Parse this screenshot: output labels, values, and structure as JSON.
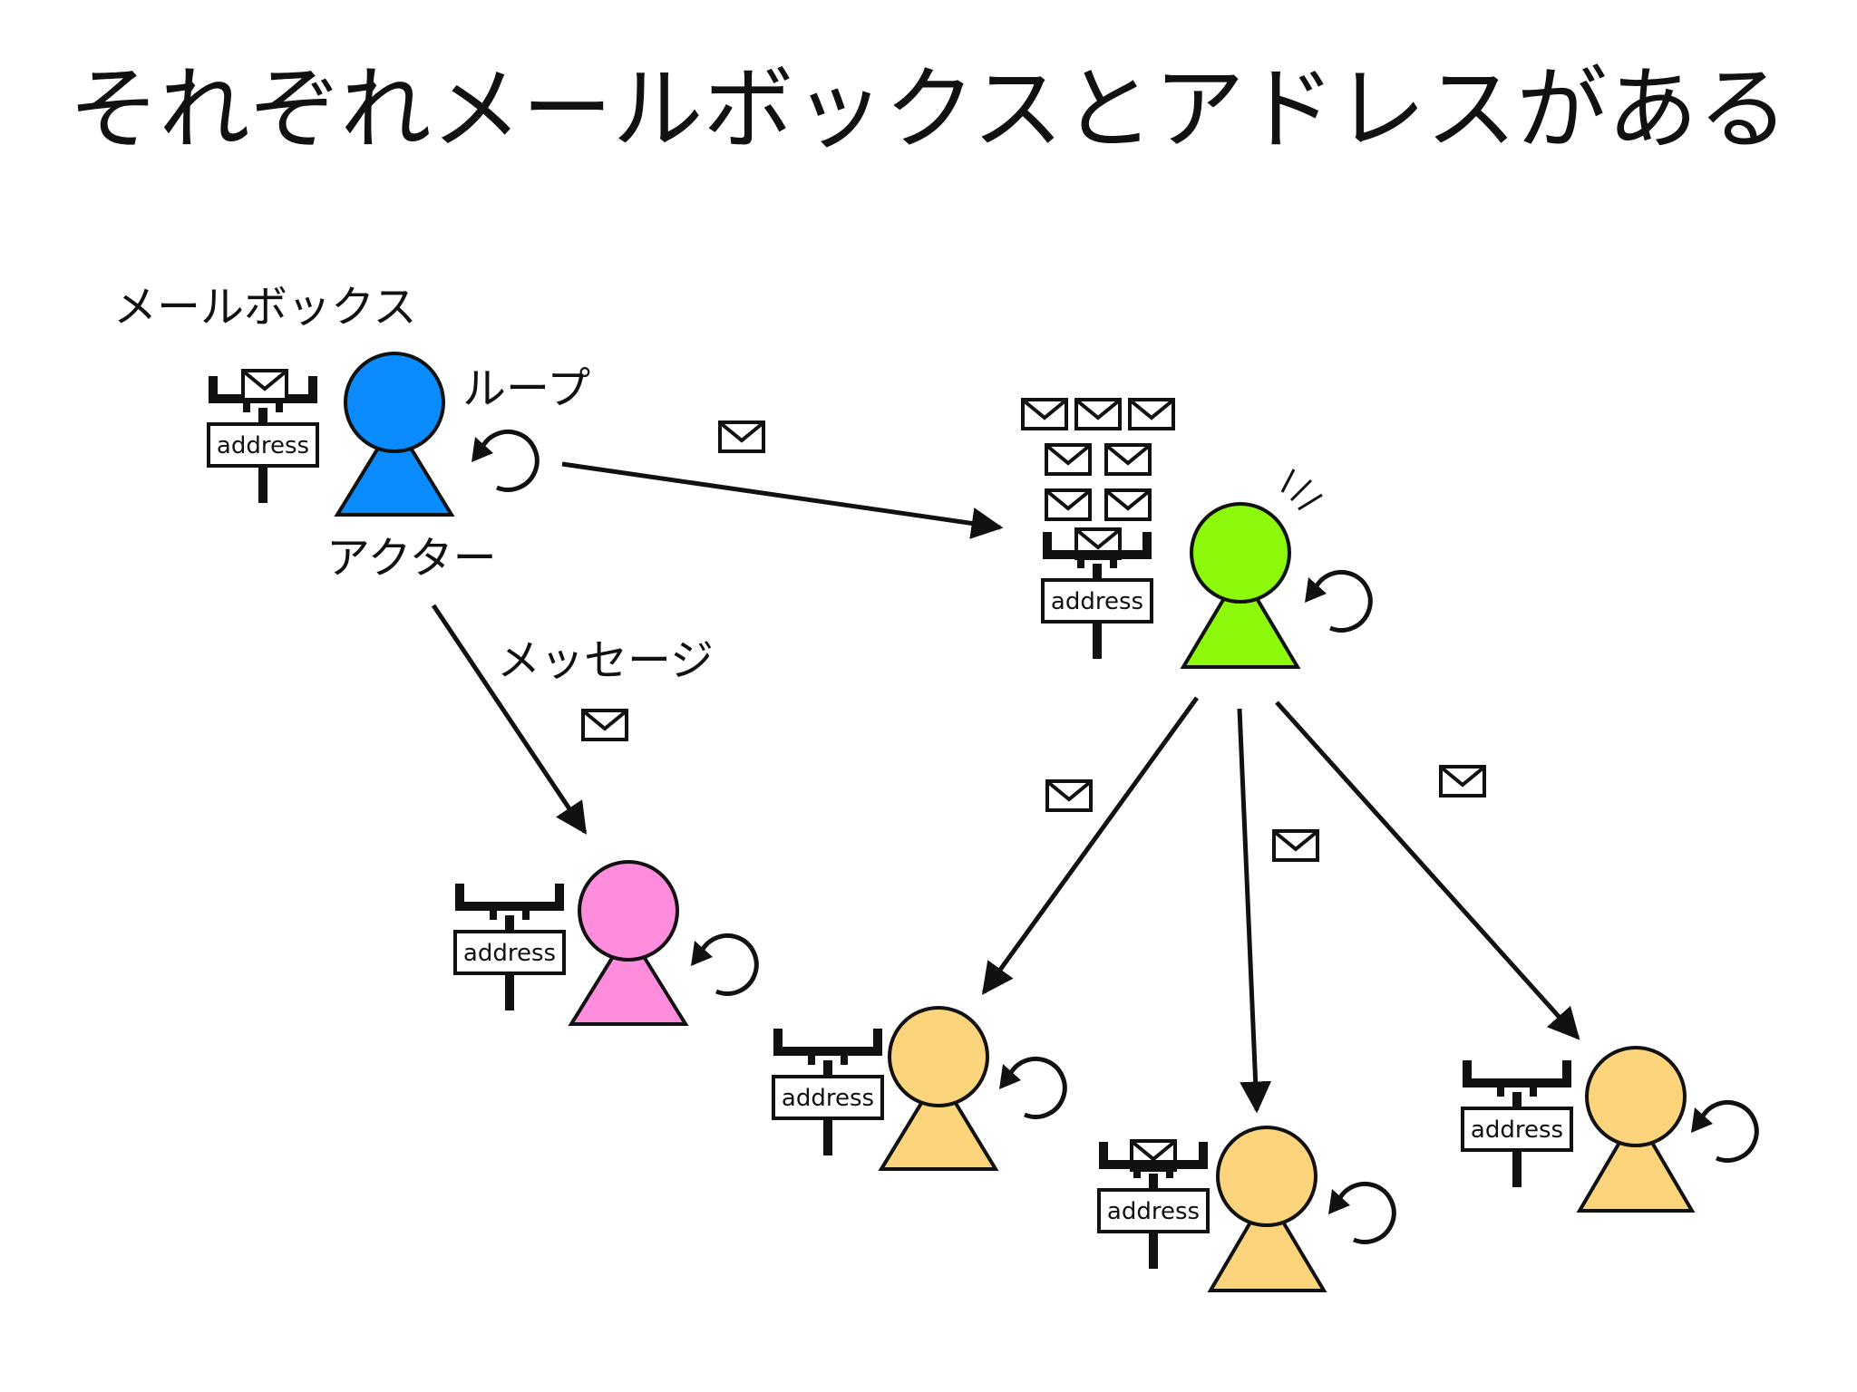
{
  "title": "それぞれメールボックスとアドレスがある",
  "labels": {
    "mailbox": "メールボックス",
    "loop": "ループ",
    "actor": "アクター",
    "message": "メッセージ"
  },
  "address_text": "address",
  "colors": {
    "actor_blue": "#0a8cff",
    "actor_green": "#8cfa0a",
    "actor_pink": "#ff8cdc",
    "actor_yellow": "#fcd47c",
    "line": "#111111"
  },
  "actors": [
    {
      "id": "blue",
      "color": "#0a8cff",
      "mailbox_messages": 1
    },
    {
      "id": "green",
      "color": "#8cfa0a",
      "mailbox_messages": 8,
      "busy": true
    },
    {
      "id": "pink",
      "color": "#ff8cdc",
      "mailbox_messages": 0
    },
    {
      "id": "yellow-1",
      "color": "#fcd47c",
      "mailbox_messages": 0
    },
    {
      "id": "yellow-2",
      "color": "#fcd47c",
      "mailbox_messages": 1
    },
    {
      "id": "yellow-3",
      "color": "#fcd47c",
      "mailbox_messages": 0
    }
  ]
}
